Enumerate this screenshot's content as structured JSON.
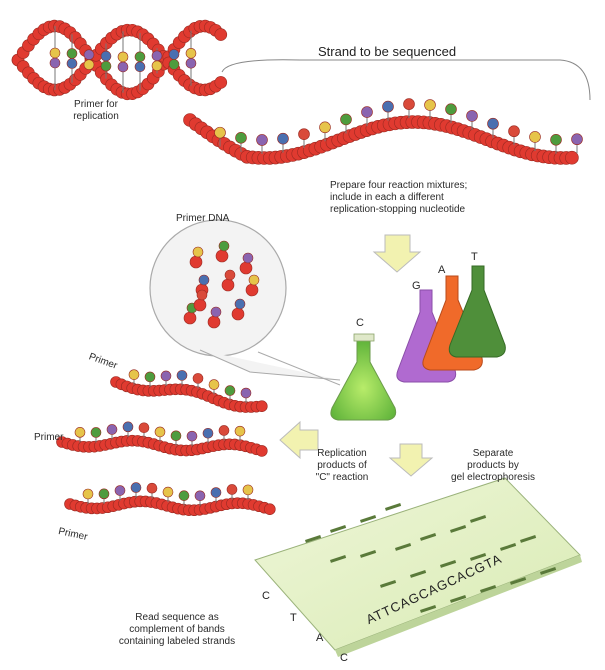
{
  "labels": {
    "strand_title": "Strand to be sequenced",
    "primer_for_replication": [
      "Primer for",
      "replication"
    ],
    "prepare_mixtures": [
      "Prepare four reaction mixtures;",
      "include in each a different",
      "replication-stopping nucleotide"
    ],
    "primer_dna": "Primer DNA",
    "primer_1": "Primer",
    "primer_2": "Primer",
    "primer_3": "Primer",
    "replication_products": [
      "Replication",
      "products of",
      "\"C\" reaction"
    ],
    "separate_products": [
      "Separate",
      "products by",
      "gel electrophoresis"
    ],
    "read_sequence": [
      "Read sequence as",
      "complement of bands",
      "containing labeled strands"
    ]
  },
  "flasks": {
    "c_flask_letter": "C",
    "g_letter": "G",
    "a_letter": "A",
    "t_letter": "T"
  },
  "gel": {
    "letter_c": "C",
    "letter_t": "T",
    "letter_a": "A",
    "letter_c2": "C",
    "sequence": "ATTCAGCAGCACGTA"
  },
  "colors": {
    "backbone": "#e03a30",
    "base_red": "#d94a3a",
    "base_yellow": "#e6c44a",
    "base_green": "#4e9c3e",
    "base_purple": "#8a64b0",
    "base_blue": "#4a6fb0",
    "flask_green": "#7fd24a",
    "flask_purple": "#b06ad0",
    "flask_orange": "#f06a2a",
    "flask_darkgreen": "#4f8f3a",
    "gel_fill": "#e8f2cf",
    "arrow_fill": "#f2f2b0"
  }
}
